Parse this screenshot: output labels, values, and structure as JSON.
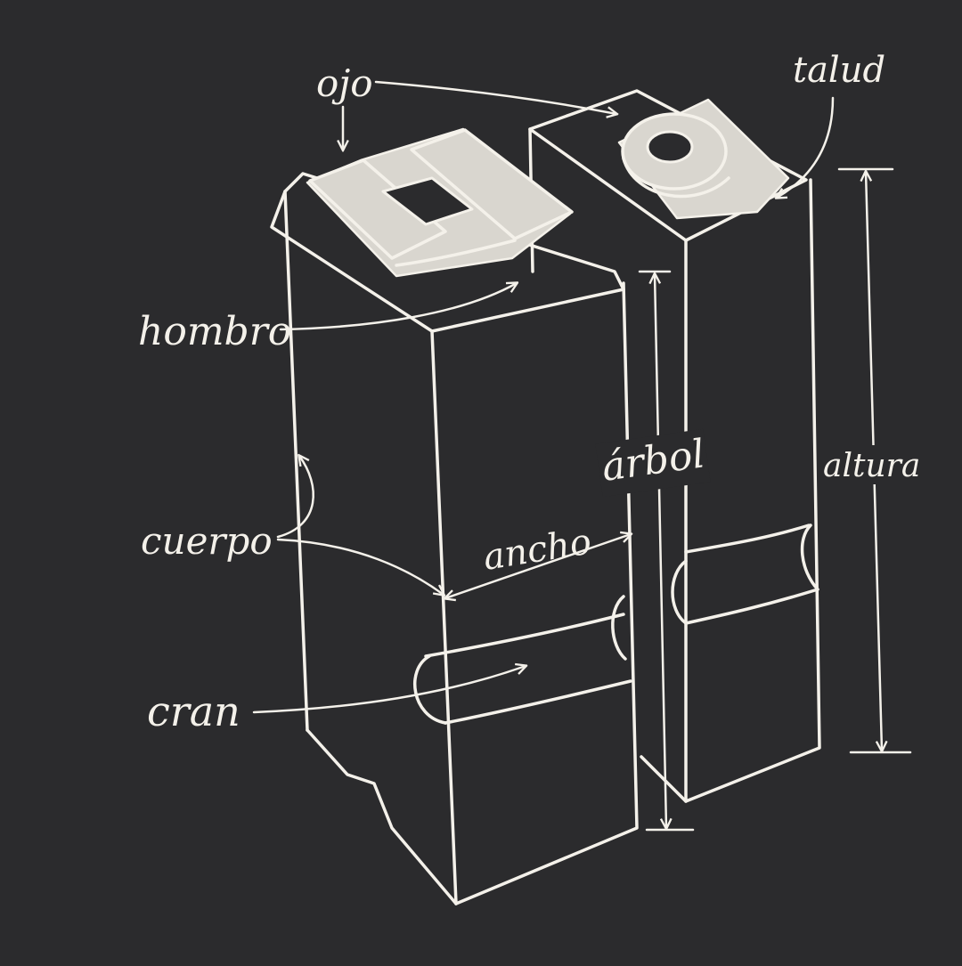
{
  "colors": {
    "background": "#2b2b2d",
    "ink": "#f4f1ea",
    "face_fill": "#d9d6cf"
  },
  "labels": {
    "ojo": "ojo",
    "talud": "talud",
    "hombro": "hombro",
    "cuerpo": "cuerpo",
    "ancho": "ancho",
    "arbol": "árbol",
    "altura": "altura",
    "cran": "cran"
  }
}
